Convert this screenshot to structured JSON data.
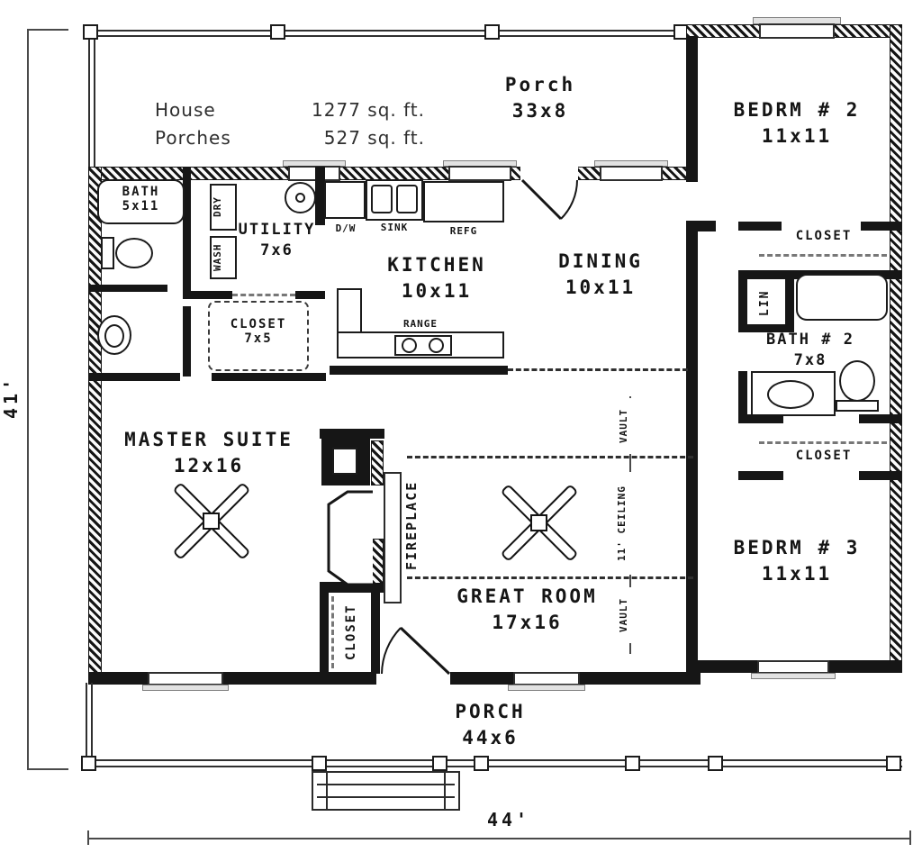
{
  "title_block": {
    "rows": [
      {
        "label": "House",
        "value": "1277 sq. ft."
      },
      {
        "label": "Porches",
        "value": "527 sq. ft."
      }
    ]
  },
  "rooms": {
    "porch_top": {
      "name": "Porch",
      "dims": "33x8"
    },
    "bedrm2": {
      "name": "BEDRM # 2",
      "dims": "11x11"
    },
    "bath1": {
      "name": "BATH",
      "dims": "5x11"
    },
    "utility": {
      "name": "UTILITY",
      "dims": "7x6"
    },
    "kitchen": {
      "name": "KITCHEN",
      "dims": "10x11"
    },
    "dining": {
      "name": "DINING",
      "dims": "10x11"
    },
    "closet_utility": {
      "name": "CLOSET",
      "dims": "7x5"
    },
    "master": {
      "name": "MASTER SUITE",
      "dims": "12x16"
    },
    "great": {
      "name": "GREAT ROOM",
      "dims": "17x16"
    },
    "bath2": {
      "name": "BATH # 2",
      "dims": "7x8"
    },
    "bedrm3": {
      "name": "BEDRM # 3",
      "dims": "11x11"
    },
    "porch_bottom": {
      "name": "PORCH",
      "dims": "44x6"
    }
  },
  "labels": {
    "dry": "DRY",
    "wash": "WASH",
    "dw": "D/W",
    "sink": "SINK",
    "refg": "REFG",
    "range": "RANGE",
    "lin": "LIN",
    "fireplace": "FIREPLACE",
    "closet_b2": "CLOSET",
    "closet_b3": "CLOSET",
    "closet_fp": "CLOSET",
    "vault_upper": "VAULT",
    "vault_lower": "VAULT",
    "ceiling": "11' CEILING"
  },
  "dimensions": {
    "height": "41'",
    "width": "44'"
  },
  "colors": {
    "ink": "#161616",
    "paper": "#ffffff",
    "dim_line": "#4a4a4a"
  }
}
